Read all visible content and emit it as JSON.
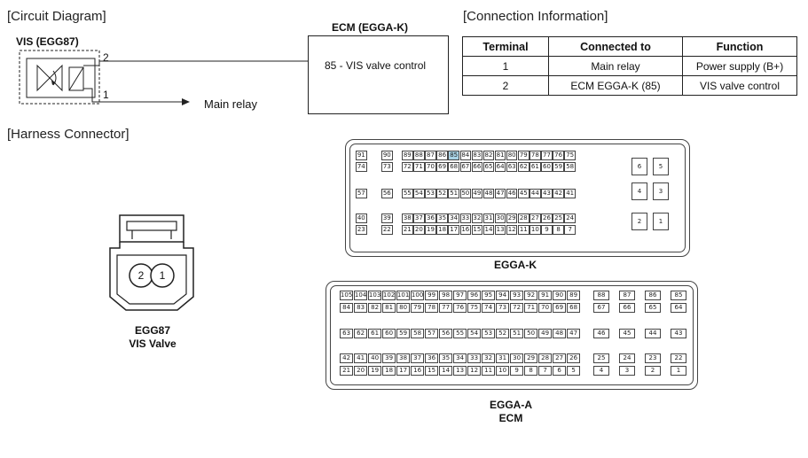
{
  "headers": {
    "circuit": "[Circuit Diagram]",
    "connection": "[Connection Information]",
    "harness": "[Harness Connector]"
  },
  "circuit": {
    "vis_label": "VIS (EGG87)",
    "pin2_num": "2",
    "pin1_num": "1",
    "main_relay": "Main relay",
    "ecm_title": "ECM (EGGA-K)",
    "ecm_pin_label": "85 - VIS valve control"
  },
  "connection_table": {
    "headers": [
      "Terminal",
      "Connected to",
      "Function"
    ],
    "rows": [
      [
        "1",
        "Main relay",
        "Power supply (B+)"
      ],
      [
        "2",
        "ECM EGGA-K (85)",
        "VIS valve control"
      ]
    ]
  },
  "vis_connector": {
    "pin_left": "2",
    "pin_right": "1",
    "name": "EGG87",
    "desc": "VIS Valve"
  },
  "eggak": {
    "label": "EGGA-K",
    "highlight": "85",
    "row1": [
      "91",
      "90",
      "89",
      "88",
      "87",
      "86",
      "85",
      "84",
      "83",
      "82",
      "81",
      "80",
      "79",
      "78",
      "77",
      "76",
      "75"
    ],
    "row2": [
      "74",
      "73",
      "72",
      "71",
      "70",
      "69",
      "68",
      "67",
      "66",
      "65",
      "64",
      "63",
      "62",
      "61",
      "60",
      "59",
      "58"
    ],
    "row3": [
      "57",
      "56",
      "55",
      "54",
      "53",
      "52",
      "51",
      "50",
      "49",
      "48",
      "47",
      "46",
      "45",
      "44",
      "43",
      "42",
      "41"
    ],
    "row4": [
      "40",
      "39",
      "38",
      "37",
      "36",
      "35",
      "34",
      "33",
      "32",
      "31",
      "30",
      "29",
      "28",
      "27",
      "26",
      "25",
      "24"
    ],
    "row5": [
      "23",
      "22",
      "21",
      "20",
      "19",
      "18",
      "17",
      "16",
      "15",
      "14",
      "13",
      "12",
      "11",
      "10",
      "9",
      "8",
      "7"
    ],
    "side": [
      [
        "6",
        "5"
      ],
      [
        "4",
        "3"
      ],
      [
        "2",
        "1"
      ]
    ]
  },
  "eggaa": {
    "label": "EGGA-A",
    "sublabel": "ECM",
    "row1": [
      "105",
      "104",
      "103",
      "102",
      "101",
      "100",
      "99",
      "98",
      "97",
      "96",
      "95",
      "94",
      "93",
      "92",
      "91",
      "90",
      "89"
    ],
    "row2": [
      "84",
      "83",
      "82",
      "81",
      "80",
      "79",
      "78",
      "77",
      "76",
      "75",
      "74",
      "73",
      "72",
      "71",
      "70",
      "69",
      "68"
    ],
    "row3": [
      "63",
      "62",
      "61",
      "60",
      "59",
      "58",
      "57",
      "56",
      "55",
      "54",
      "53",
      "52",
      "51",
      "50",
      "49",
      "48",
      "47"
    ],
    "row4": [
      "42",
      "41",
      "40",
      "39",
      "38",
      "37",
      "36",
      "35",
      "34",
      "33",
      "32",
      "31",
      "30",
      "29",
      "28",
      "27",
      "26"
    ],
    "row5": [
      "21",
      "20",
      "19",
      "18",
      "17",
      "16",
      "15",
      "14",
      "13",
      "12",
      "11",
      "10",
      "9",
      "8",
      "7",
      "6",
      "5"
    ],
    "side1": [
      "88",
      "87",
      "86",
      "85"
    ],
    "side2": [
      "67",
      "66",
      "65",
      "64"
    ],
    "side3": [
      "46",
      "45",
      "44",
      "43"
    ],
    "side4": [
      "25",
      "24",
      "23",
      "22"
    ],
    "side5": [
      "4",
      "3",
      "2",
      "1"
    ]
  }
}
